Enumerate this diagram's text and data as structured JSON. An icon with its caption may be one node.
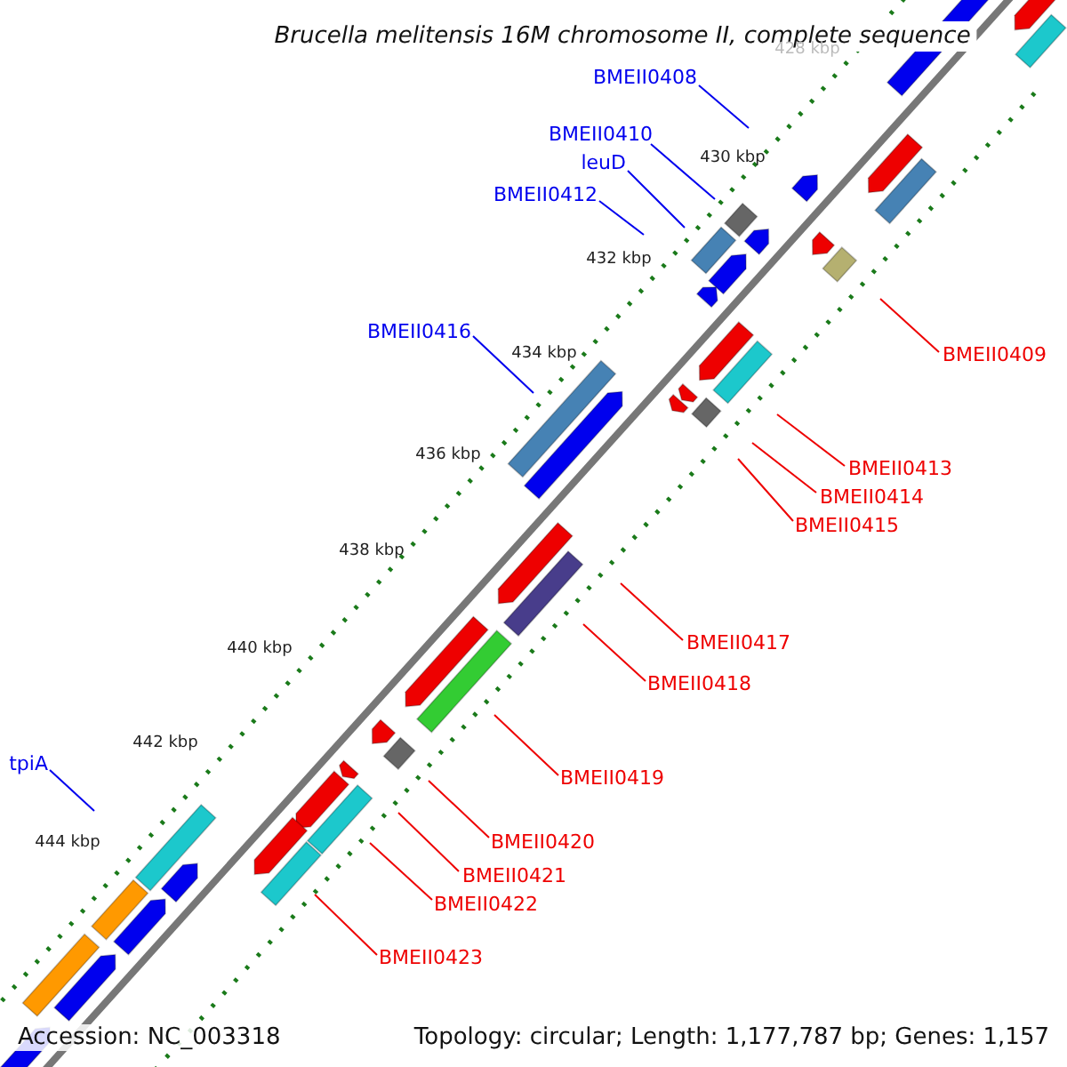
{
  "diagram": {
    "title": "Brucella melitensis 16M chromosome II, complete sequence",
    "nodes": [
      {
        "text": [
          "BMEII0408"
        ]
      },
      {
        "text": [
          "BMEII0410"
        ]
      },
      {
        "text": [
          "leuD"
        ]
      },
      {
        "text": [
          "BMEII0412"
        ]
      },
      {
        "text": [
          "BMEII0416"
        ]
      },
      {
        "text": [
          "BMEII0409"
        ]
      },
      {
        "text": [
          "BMEII0413"
        ]
      },
      {
        "text": [
          "BMEII0414"
        ]
      },
      {
        "text": [
          "BMEII0415"
        ]
      },
      {
        "text": [
          "BMEII0417"
        ]
      },
      {
        "text": [
          "BMEII0418"
        ]
      },
      {
        "text": [
          "tpiA"
        ]
      },
      {
        "text": [
          "BMEII0419"
        ]
      },
      {
        "text": [
          "BMEII0420"
        ]
      },
      {
        "text": [
          "BMEII0421"
        ]
      },
      {
        "text": [
          "BMEII0422"
        ]
      },
      {
        "text": [
          "BMEII0423"
        ]
      }
    ],
    "edges": [
      {
        "from": 0,
        "to": null,
        "arrow": "none",
        "color": "#0000ee"
      },
      {
        "from": 1,
        "to": null,
        "arrow": "none",
        "color": "#0000ee"
      },
      {
        "from": 2,
        "to": null,
        "arrow": "none",
        "color": "#0000ee"
      },
      {
        "from": 3,
        "to": null,
        "arrow": "none",
        "color": "#0000ee"
      },
      {
        "from": 4,
        "to": null,
        "arrow": "none",
        "color": "#0000ee"
      },
      {
        "from": 5,
        "to": null,
        "arrow": "none"
      },
      {
        "from": 6,
        "to": null,
        "arrow": "none"
      },
      {
        "from": 7,
        "to": null,
        "arrow": "none"
      },
      {
        "from": 8,
        "to": null,
        "arrow": "none"
      },
      {
        "from": 9,
        "to": null,
        "arrow": "none"
      },
      {
        "from": 10,
        "to": null,
        "arrow": "none"
      },
      {
        "from": 11,
        "to": null,
        "arrow": "none",
        "color": "#0000ee"
      },
      {
        "from": 12,
        "to": null,
        "arrow": "none"
      },
      {
        "from": 13,
        "to": null,
        "arrow": "none"
      },
      {
        "from": 14,
        "to": null,
        "arrow": "none"
      },
      {
        "from": 15,
        "to": null,
        "arrow": "none"
      },
      {
        "from": 16,
        "to": null,
        "arrow": "none"
      }
    ],
    "labels": [
      "428 kbp",
      "430 kbp",
      "432 kbp",
      "434 kbp",
      "436 kbp",
      "438 kbp",
      "440 kbp",
      "442 kbp",
      "444 kbp",
      "Accession: NC_003318",
      "Topology: circular; Length: 1,177,787 bp; Genes: 1,157"
    ]
  }
}
